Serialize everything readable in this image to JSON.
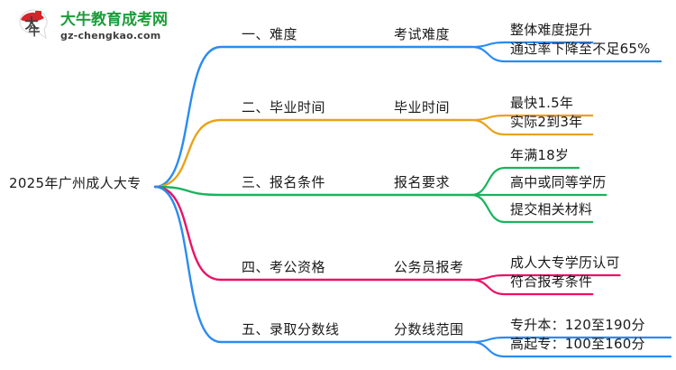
{
  "logo": {
    "icon_name": "daniu-logo-icon",
    "title": "大牛教育成考网",
    "url": "gz-chengkao.com",
    "title_color": "#1d9c3b",
    "mark_red": "#d6242b",
    "mark_dark": "#3f3f3f"
  },
  "mindmap": {
    "root": {
      "label": "2025年广州成人大专"
    },
    "branches": [
      {
        "id": "difficulty",
        "color": "#2a8cf0",
        "level1": "一、难度",
        "level2": "考试难度",
        "leaves": [
          "整体难度提升",
          "通过率下降至不足65%"
        ]
      },
      {
        "id": "graduation-time",
        "color": "#e8a317",
        "level1": "二、毕业时间",
        "level2": "毕业时间",
        "leaves": [
          "最快1.5年",
          "实际2到3年"
        ]
      },
      {
        "id": "application-requirements",
        "color": "#18b45c",
        "level1": "三、报名条件",
        "level2": "报名要求",
        "leaves": [
          "年满18岁",
          "高中或同等学历",
          "提交相关材料"
        ]
      },
      {
        "id": "civil-service-eligibility",
        "color": "#ec1165",
        "level1": "四、考公资格",
        "level2": "公务员报考",
        "leaves": [
          "成人大专学历认可",
          "符合报考条件"
        ]
      },
      {
        "id": "admission-score-line",
        "color": "#2a8cf0",
        "level1": "五、录取分数线",
        "level2": "分数线范围",
        "leaves": [
          "专升本：120至190分",
          "高起专：100至160分"
        ]
      }
    ]
  }
}
